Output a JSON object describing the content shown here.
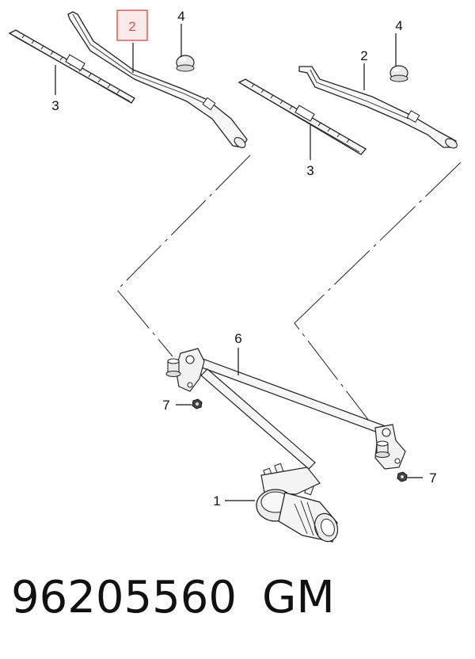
{
  "diagram": {
    "callouts": {
      "arm_left": "2",
      "cap_left": "4",
      "blade_left": "3",
      "cap_right": "4",
      "arm_right": "2",
      "blade_right": "3",
      "linkage": "6",
      "nut_left": "7",
      "nut_right": "7",
      "motor": "1"
    },
    "highlight_color": "#d9534f",
    "highlight_fill": "#fbeaea"
  },
  "footer": {
    "part_number": "96205560",
    "brand": "GM"
  }
}
